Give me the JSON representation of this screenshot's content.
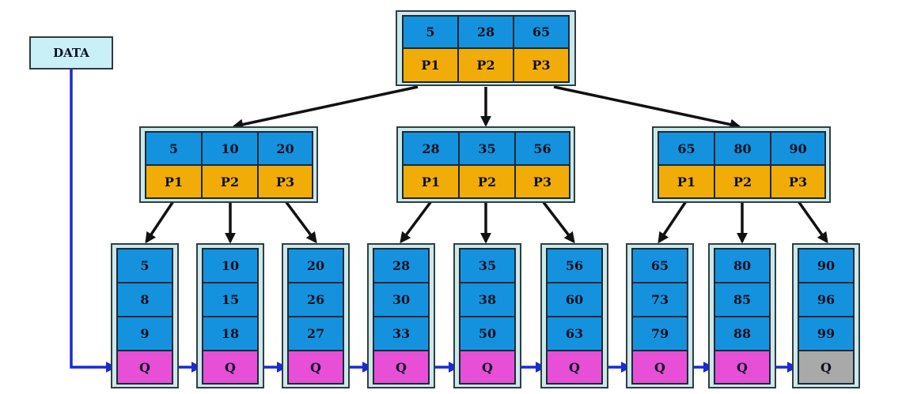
{
  "data_label": "DATA",
  "root": {
    "keys": [
      "5",
      "28",
      "65"
    ],
    "pointers": [
      "P1",
      "P2",
      "P3"
    ]
  },
  "internal": [
    {
      "keys": [
        "5",
        "10",
        "20"
      ],
      "pointers": [
        "P1",
        "P2",
        "P3"
      ]
    },
    {
      "keys": [
        "28",
        "35",
        "56"
      ],
      "pointers": [
        "P1",
        "P2",
        "P3"
      ]
    },
    {
      "keys": [
        "65",
        "80",
        "90"
      ],
      "pointers": [
        "P1",
        "P2",
        "P3"
      ]
    }
  ],
  "leaves": [
    {
      "keys": [
        "5",
        "8",
        "9"
      ],
      "link": "Q"
    },
    {
      "keys": [
        "10",
        "15",
        "18"
      ],
      "link": "Q"
    },
    {
      "keys": [
        "20",
        "26",
        "27"
      ],
      "link": "Q"
    },
    {
      "keys": [
        "28",
        "30",
        "33"
      ],
      "link": "Q"
    },
    {
      "keys": [
        "35",
        "38",
        "50"
      ],
      "link": "Q"
    },
    {
      "keys": [
        "56",
        "60",
        "63"
      ],
      "link": "Q"
    },
    {
      "keys": [
        "65",
        "73",
        "79"
      ],
      "link": "Q"
    },
    {
      "keys": [
        "80",
        "85",
        "88"
      ],
      "link": "Q"
    },
    {
      "keys": [
        "90",
        "96",
        "99"
      ],
      "link": "Q"
    }
  ],
  "colors": {
    "key": "#1592dd",
    "pointer": "#f1ac08",
    "leaf_link": "#e64fd6",
    "leaf_link_end": "#a9a9a9",
    "frame": "#cde8ea",
    "tree_edge": "#111111",
    "chain_edge": "#1a2ad6"
  }
}
